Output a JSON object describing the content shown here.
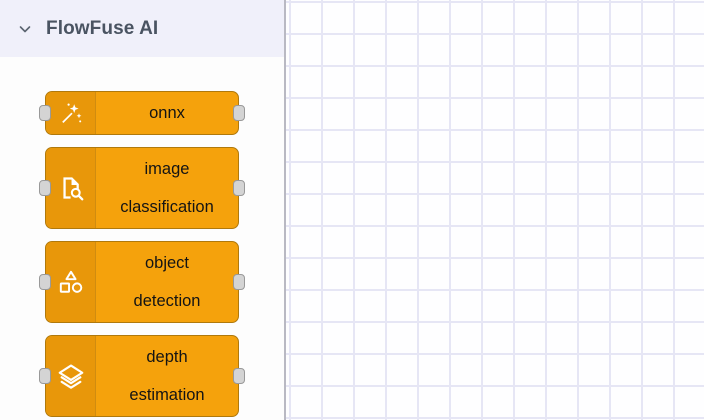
{
  "palette": {
    "header": {
      "title": "FlowFuse AI",
      "collapse_icon": "chevron-down-icon",
      "expanded": true
    },
    "nodes": [
      {
        "label": "onnx",
        "icon": "magic-wand-icon",
        "lines": [
          "onnx"
        ],
        "has_input": true,
        "has_output": true
      },
      {
        "label": "image classification",
        "icon": "document-search-icon",
        "lines": [
          "image",
          "classification"
        ],
        "has_input": true,
        "has_output": true
      },
      {
        "label": "object detection",
        "icon": "shapes-icon",
        "lines": [
          "object",
          "detection"
        ],
        "has_input": true,
        "has_output": true
      },
      {
        "label": "depth estimation",
        "icon": "layers-icon",
        "lines": [
          "depth",
          "estimation"
        ],
        "has_input": true,
        "has_output": true
      }
    ]
  },
  "canvas": {
    "name": "flow-canvas",
    "grid_visible": true,
    "grid_size": 32
  },
  "colors": {
    "node_body": "#f5a20c",
    "node_icon_band": "#e8970a",
    "node_border": "#b0790c",
    "header_background": "#f0f0fa",
    "header_text": "#4a5462",
    "port_fill": "#d4d4d4",
    "port_border": "#999999",
    "grid_line": "#e6e6f5",
    "canvas_background": "#fefeff",
    "palette_background": "#fdfdfd",
    "divider": "#b9b9c3"
  }
}
